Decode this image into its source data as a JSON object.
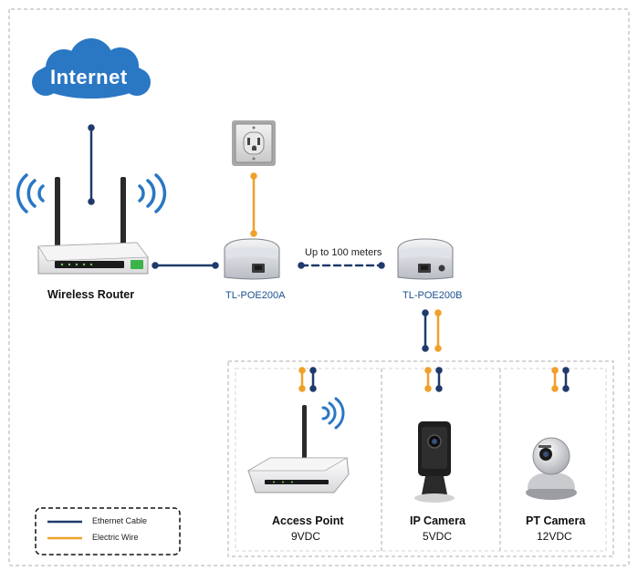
{
  "internet": {
    "label": "Internet"
  },
  "router": {
    "label": "Wireless Router"
  },
  "injector": {
    "model": "TL-POE200A"
  },
  "splitter": {
    "model": "TL-POE200B"
  },
  "distance": {
    "label": "Up to 100 meters"
  },
  "devices": [
    {
      "name": "Access Point",
      "voltage": "9VDC"
    },
    {
      "name": "IP Camera",
      "voltage": "5VDC"
    },
    {
      "name": "PT Camera",
      "voltage": "12VDC"
    }
  ],
  "legend": {
    "ethernet": {
      "label": "Ethernet Cable",
      "color": "#1f3a6b"
    },
    "electric": {
      "label": "Electric Wire",
      "color": "#f0a02a"
    }
  }
}
